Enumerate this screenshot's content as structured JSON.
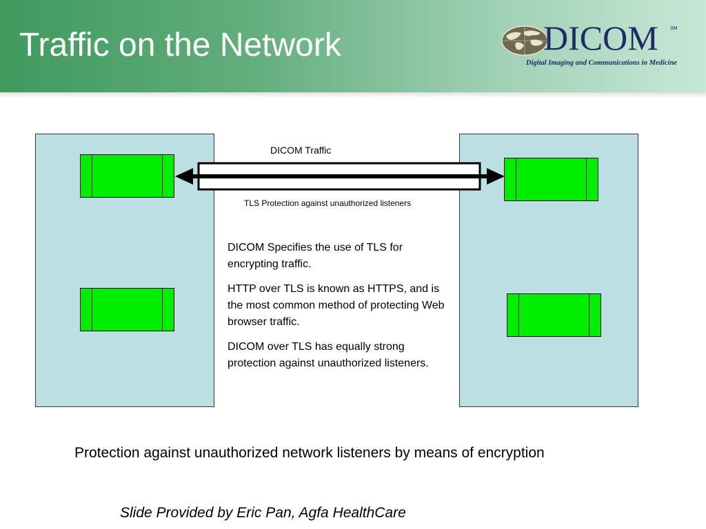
{
  "header": {
    "title": "Traffic on the Network",
    "logo": {
      "wordmark": "DICOM",
      "mark": "SM",
      "tagline": "Digital Imaging and Communications in Medicine",
      "icon": "globe-icon",
      "color": "#1f2a66"
    },
    "gradient_colors": [
      "#3f9a5e",
      "#c6e8d6"
    ]
  },
  "diagram": {
    "connection_label": "DICOM Traffic",
    "tunnel_label": "TLS Protection against unauthorized listeners",
    "panel_color": "#bcdfe3",
    "module_color": "#00ee00",
    "paragraphs": [
      "DICOM Specifies the use of TLS for encrypting traffic.",
      "HTTP over TLS is known as HTTPS, and is the most common method of protecting Web browser traffic.",
      "DICOM over TLS has equally strong protection against unauthorized listeners."
    ]
  },
  "caption": "Protection against unauthorized network listeners by means of encryption",
  "credit": "Slide Provided by Eric Pan, Agfa HealthCare"
}
